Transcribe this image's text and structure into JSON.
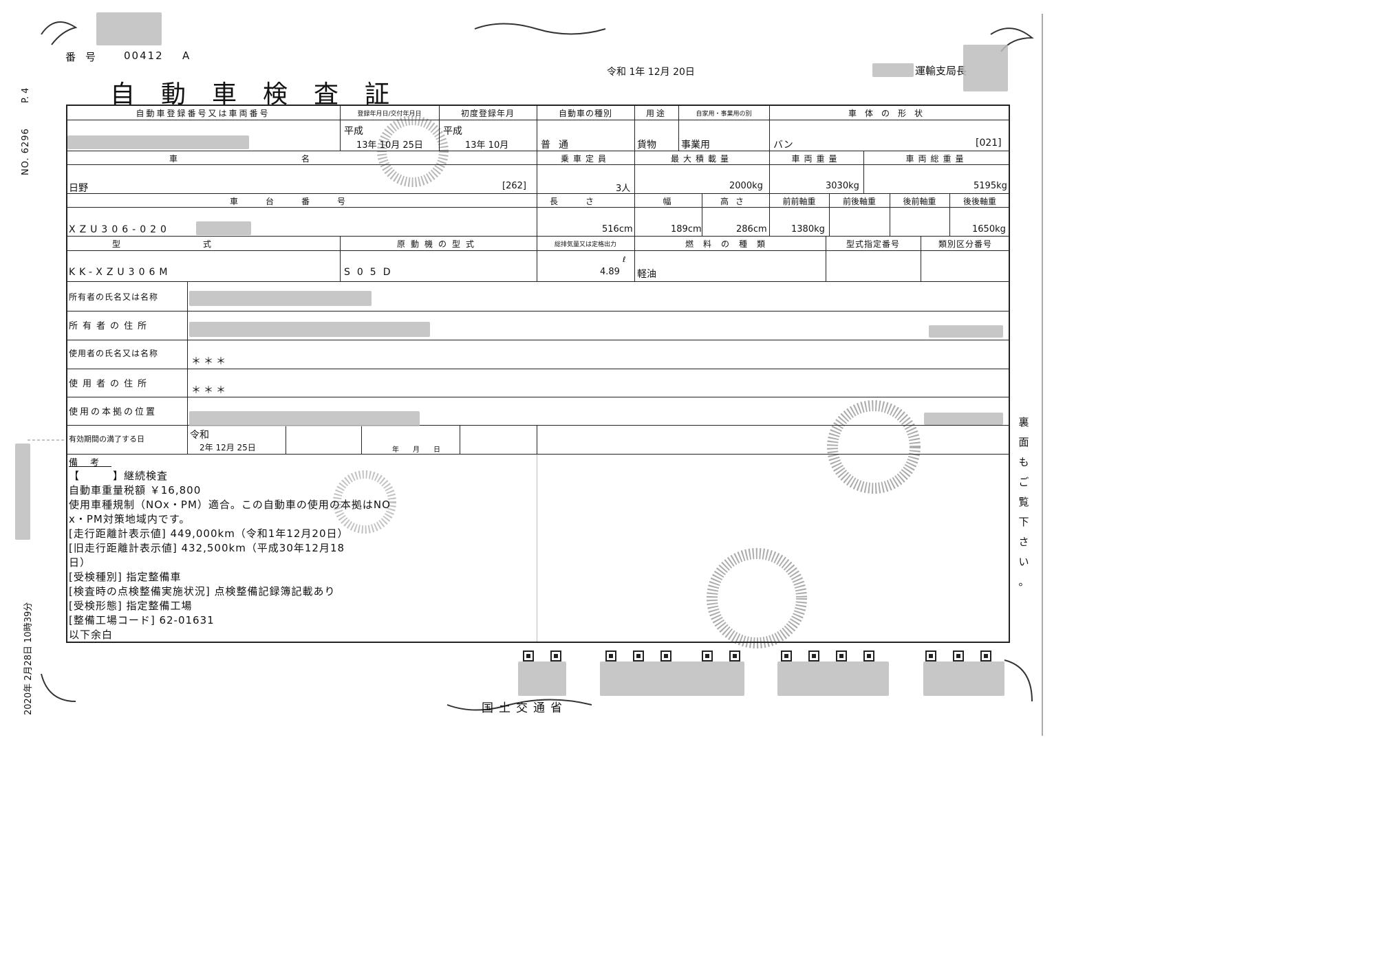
{
  "header": {
    "number_label": "番号",
    "number_value": "00412",
    "number_suffix": "A",
    "title": "自動車検査証",
    "issue_date": "令和 1年 12月 20日",
    "authority": "運輸支局長"
  },
  "side_text": {
    "fax_number": "NO. 6296",
    "page": "P. 4",
    "fax_timestamp": "2020年 2月28日 10時39分"
  },
  "row1": {
    "h_reg": "自動車登録番号又は車両番号",
    "h_regdate": "登録年月日/交付年月日",
    "h_first": "初度登録年月",
    "h_kind": "自動車の種別",
    "h_use": "用途",
    "h_private": "自家用・事業用の別",
    "h_body": "車体の形状",
    "regdate_era": "平成",
    "regdate": "13年 10月 25日",
    "first_era": "平成",
    "first": "13年 10月",
    "kind": "普通",
    "use": "貨物",
    "private": "事業用",
    "body": "バン",
    "body_code": "[021]"
  },
  "row2": {
    "h_name": "車名",
    "h_capacity": "乗車定員",
    "h_maxload": "最大積載量",
    "h_weight": "車両重量",
    "h_gross": "車両総重量",
    "maker": "日野",
    "maker_code": "[262]",
    "capacity": "3人",
    "maxload": "2000kg",
    "weight": "3030kg",
    "gross": "5195kg"
  },
  "row3": {
    "h_chassis": "車台番号",
    "h_length": "長さ",
    "h_width": "幅",
    "h_height": "高さ",
    "h_ff": "前前軸重",
    "h_fr": "前後軸重",
    "h_rf": "後前軸重",
    "h_rr": "後後軸重",
    "chassis": "XZU306-020",
    "length": "516cm",
    "width": "189cm",
    "height": "286cm",
    "ff": "1380kg",
    "rr": "1650kg"
  },
  "row4": {
    "h_model": "型式",
    "h_engine": "原動機の型式",
    "h_displacement": "総排気量又は定格出力",
    "h_fuel": "燃料の種類",
    "h_typeno": "型式指定番号",
    "h_classno": "類別区分番号",
    "model": "KK-XZU306M",
    "engine": "S05D",
    "displacement": "4.89",
    "displacement_unit": "ℓ",
    "fuel": "軽油"
  },
  "rows_lower": {
    "owner_name": "所有者の氏名又は名称",
    "owner_addr": "所有者の住所",
    "user_name": "使用者の氏名又は名称",
    "user_name_value": "＊＊＊",
    "user_addr": "使用者の住所",
    "user_addr_value": "＊＊＊",
    "base": "使用の本拠の位置",
    "expiry": "有効期間の満了する日",
    "expiry_era": "令和",
    "expiry_date": "2年 12月 25日",
    "expiry_blank": "年　　月　　日"
  },
  "remarks": {
    "heading": "備考",
    "lines": [
      "【　　　】継続検査",
      "自動車重量税額 ￥16,800",
      "使用車種規制（NOx・PM）適合。この自動車の使用の本拠はNO",
      "x・PM対策地域内です。",
      "[走行距離計表示値] 449,000km（令和1年12月20日）",
      "[旧走行距離計表示値] 432,500km（平成30年12月18",
      "日）",
      "[受検種別] 指定整備車",
      "[検査時の点検整備実施状況] 点検整備記録簿記載あり",
      "[受検形態] 指定整備工場",
      "[整備工場コード] 62-01631",
      "以下余白"
    ]
  },
  "side_note": [
    "裏",
    "面",
    "も",
    "ご",
    "覧",
    "下",
    "さ",
    "い",
    "。"
  ],
  "footer": {
    "ministry": "国土交通省"
  }
}
